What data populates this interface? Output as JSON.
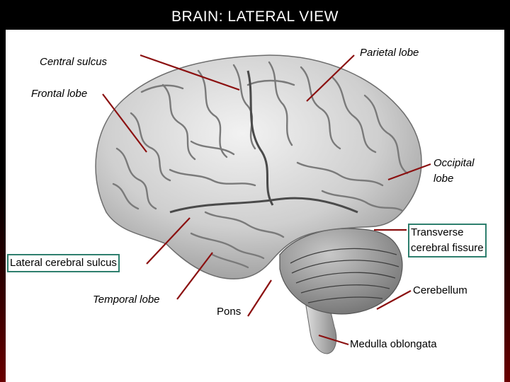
{
  "title": "BRAIN: LATERAL VIEW",
  "labels": {
    "central_sulcus": "Central sulcus",
    "parietal_lobe": "Parietal lobe",
    "frontal_lobe": "Frontal lobe",
    "occipital_lobe_1": "Occipital",
    "occipital_lobe_2": "lobe",
    "transverse_fissure_1": "Transverse",
    "transverse_fissure_2": "cerebral fissure",
    "lateral_sulcus": "Lateral cerebral sulcus",
    "temporal_lobe": "Temporal lobe",
    "cerebellum": "Cerebellum",
    "pons": "Pons",
    "medulla": "Medulla oblongata"
  },
  "colors": {
    "leader_line": "#8b1010",
    "box_border": "#2e7f6e",
    "background_top": "#000000",
    "background_bottom": "#6a0000"
  }
}
